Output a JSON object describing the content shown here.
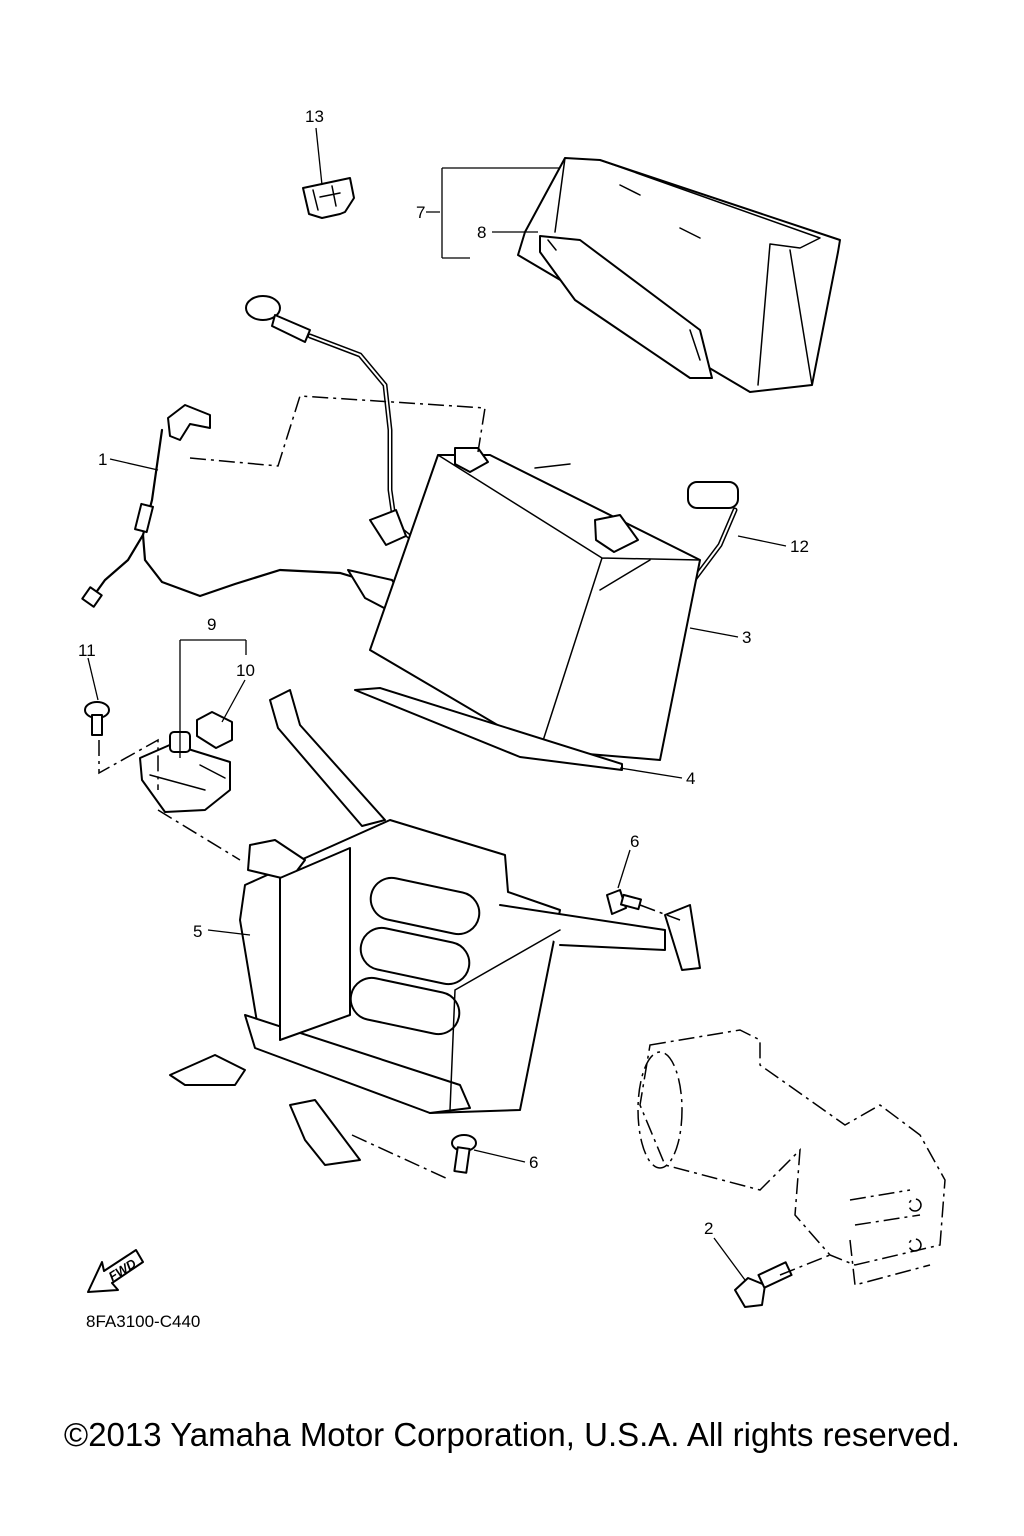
{
  "diagram": {
    "code": "8FA3100-C440",
    "fwd_label": "FWD",
    "callouts": {
      "c1": "1",
      "c2": "2",
      "c3": "3",
      "c4": "4",
      "c5": "5",
      "c6a": "6",
      "c6b": "6",
      "c7": "7",
      "c8": "8",
      "c9": "9",
      "c10": "10",
      "c11": "11",
      "c12": "12",
      "c13": "13"
    }
  },
  "footer": {
    "copyright": "©2013 Yamaha Motor Corporation, U.S.A. All rights reserved."
  }
}
